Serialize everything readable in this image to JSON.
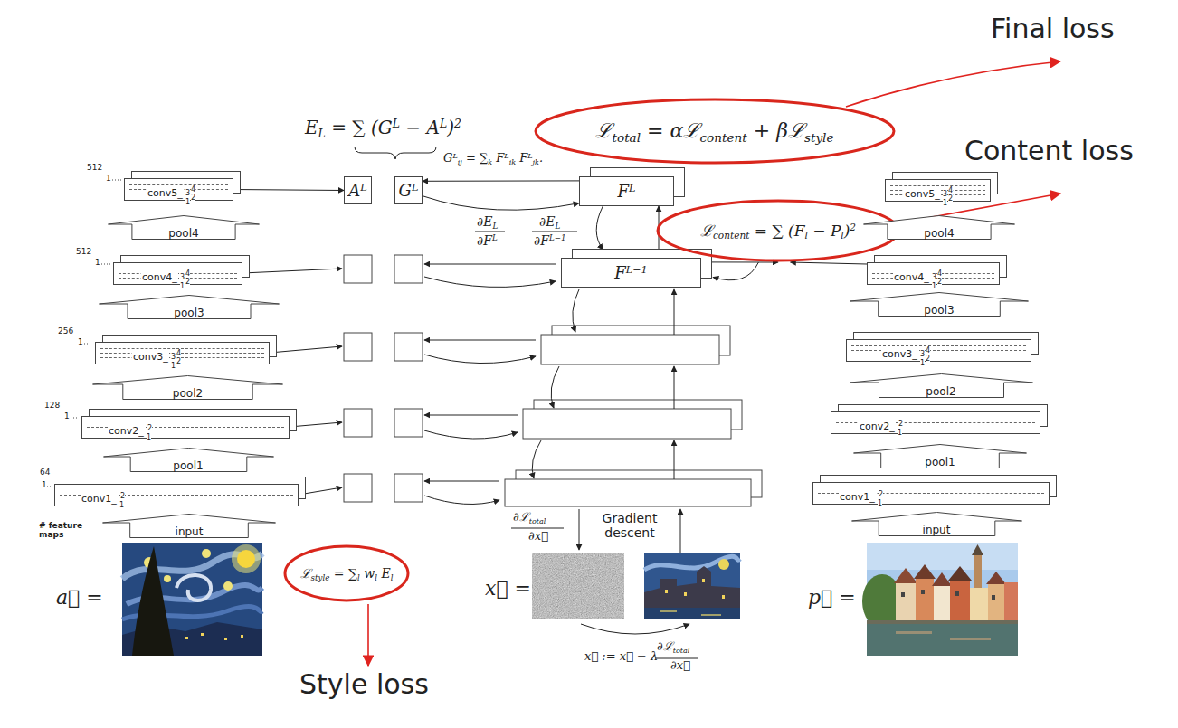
{
  "diagram": {
    "nodes": [
      {
        "text": [
          "conv5_",
          "4",
          "3",
          "2",
          "1"
        ]
      },
      {
        "text": [
          "pool4"
        ]
      },
      {
        "text": [
          "conv4_",
          "4",
          "3",
          "2",
          "1"
        ]
      },
      {
        "text": [
          "pool3"
        ]
      },
      {
        "text": [
          "conv3_",
          "4",
          "3",
          "2",
          "1"
        ]
      },
      {
        "text": [
          "pool2"
        ]
      },
      {
        "text": [
          "conv2_",
          "2",
          "1"
        ]
      },
      {
        "text": [
          "pool1"
        ]
      },
      {
        "text": [
          "conv1_",
          "2",
          "1"
        ]
      },
      {
        "text": [
          "input"
        ]
      },
      {
        "text": [
          "A",
          "L"
        ]
      },
      {
        "text": [
          "G",
          "L"
        ]
      },
      {
        "text": [
          "F",
          "L"
        ]
      },
      {
        "text": [
          "F",
          "L−1"
        ]
      },
      {
        "text": [
          "ℒ",
          "total",
          " = α",
          "ℒ",
          "content",
          " + β",
          "ℒ",
          "style"
        ]
      },
      {
        "text": [
          "ℒ",
          "content",
          " = ∑ (F",
          "l",
          " − P",
          "l",
          ")",
          "2"
        ]
      },
      {
        "text": [
          "ℒ",
          "style",
          " = ∑",
          "l",
          " w",
          "l",
          " E",
          "l"
        ]
      },
      {
        "text": [
          "conv5_",
          "4",
          "3",
          "2",
          "1"
        ]
      },
      {
        "text": [
          "pool4"
        ]
      },
      {
        "text": [
          "conv4_",
          "4",
          "3",
          "2",
          "1"
        ]
      },
      {
        "text": [
          "pool3"
        ]
      },
      {
        "text": [
          "conv3_",
          "4",
          "3",
          "2",
          "1"
        ]
      },
      {
        "text": [
          "pool2"
        ]
      },
      {
        "text": [
          "conv2_",
          "2",
          "1"
        ]
      },
      {
        "text": [
          "pool1"
        ]
      },
      {
        "text": [
          "conv1_",
          "2",
          "1"
        ]
      },
      {
        "text": [
          "input"
        ]
      }
    ],
    "edges": [
      {
        "from": 0,
        "to": 10,
        "arrow": "to"
      },
      {
        "from": 12,
        "to": 11,
        "arrow": "to"
      },
      {
        "from": 11,
        "to": 12,
        "arrow": "to"
      },
      {
        "from": 13,
        "to": 12,
        "arrow": "to"
      },
      {
        "from": 12,
        "to": 13,
        "arrow": "to"
      },
      {
        "from": 13,
        "to": 15,
        "arrow": "to"
      },
      {
        "from": 19,
        "to": 15,
        "arrow": "to"
      },
      {
        "from": 15,
        "to": 13,
        "arrow": "to"
      }
    ],
    "labels": [
      "Final loss",
      "E",
      "L",
      " = ∑ (G",
      "L",
      " − A",
      "L",
      ")",
      "2",
      "G",
      "L",
      "ij",
      " = ∑",
      "k",
      " F",
      "L",
      "ik",
      " F",
      "L",
      "jk",
      ".",
      "Content loss",
      "512",
      "1",
      "∂E",
      "L",
      "∂F",
      "L",
      "∂E",
      "L",
      "∂F",
      "L−1",
      "512",
      "1",
      "256",
      "1",
      "128",
      "1",
      "64",
      "1",
      "# feature maps",
      "a⃗ =",
      "∂ℒ",
      "total",
      "∂x⃗",
      "Gradient descent",
      "x⃗ =",
      "p⃗ =",
      "x⃗ := x⃗ − λ",
      "∂ℒ",
      "total",
      "∂x⃗",
      "Style loss"
    ]
  }
}
